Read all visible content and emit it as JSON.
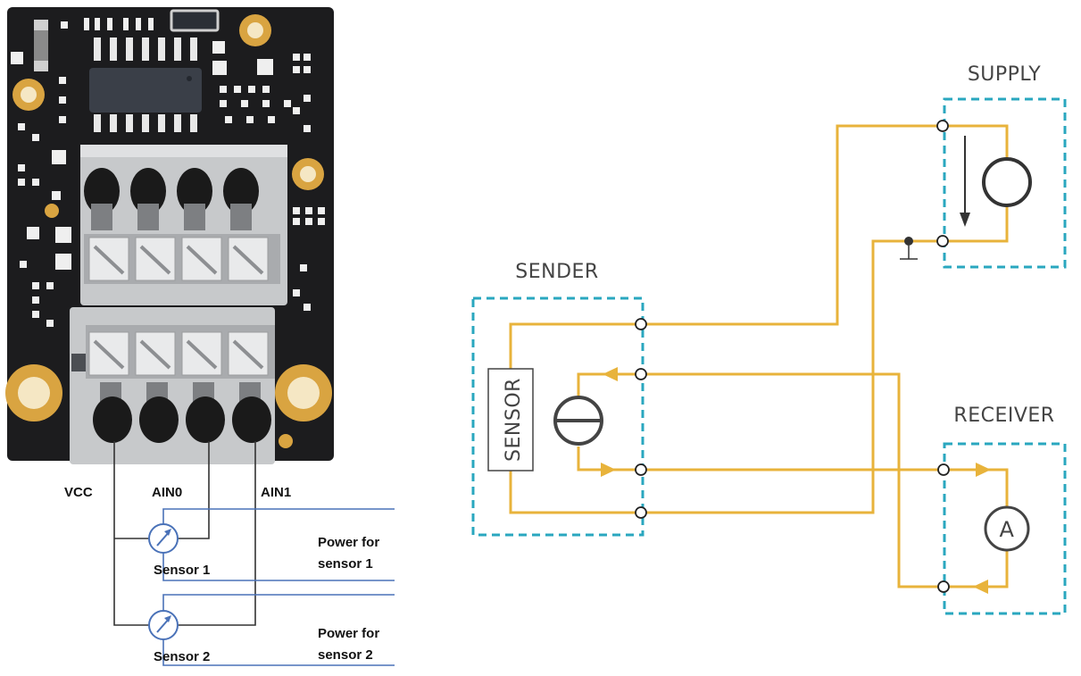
{
  "board": {
    "pins": {
      "vcc": "VCC",
      "ain0": "AIN0",
      "ain1": "AIN1"
    },
    "sensor1": {
      "label": "Sensor 1",
      "power_line1": "Power for",
      "power_line2": "sensor 1"
    },
    "sensor2": {
      "label": "Sensor 2",
      "power_line1": "Power for",
      "power_line2": "sensor 2"
    }
  },
  "loop": {
    "supply": "SUPPLY",
    "sender": "SENDER",
    "receiver": "RECEIVER",
    "sensor_box": "SENSOR",
    "ammeter_symbol": "A"
  },
  "colors": {
    "wire_loop": "#e8b33b",
    "wire_board": "#4a72b8",
    "dashed_box": "#2aa7bf",
    "pcb": "#1c1c1e",
    "pad_gold": "#d9a441",
    "terminal": "#c7c9cb"
  }
}
